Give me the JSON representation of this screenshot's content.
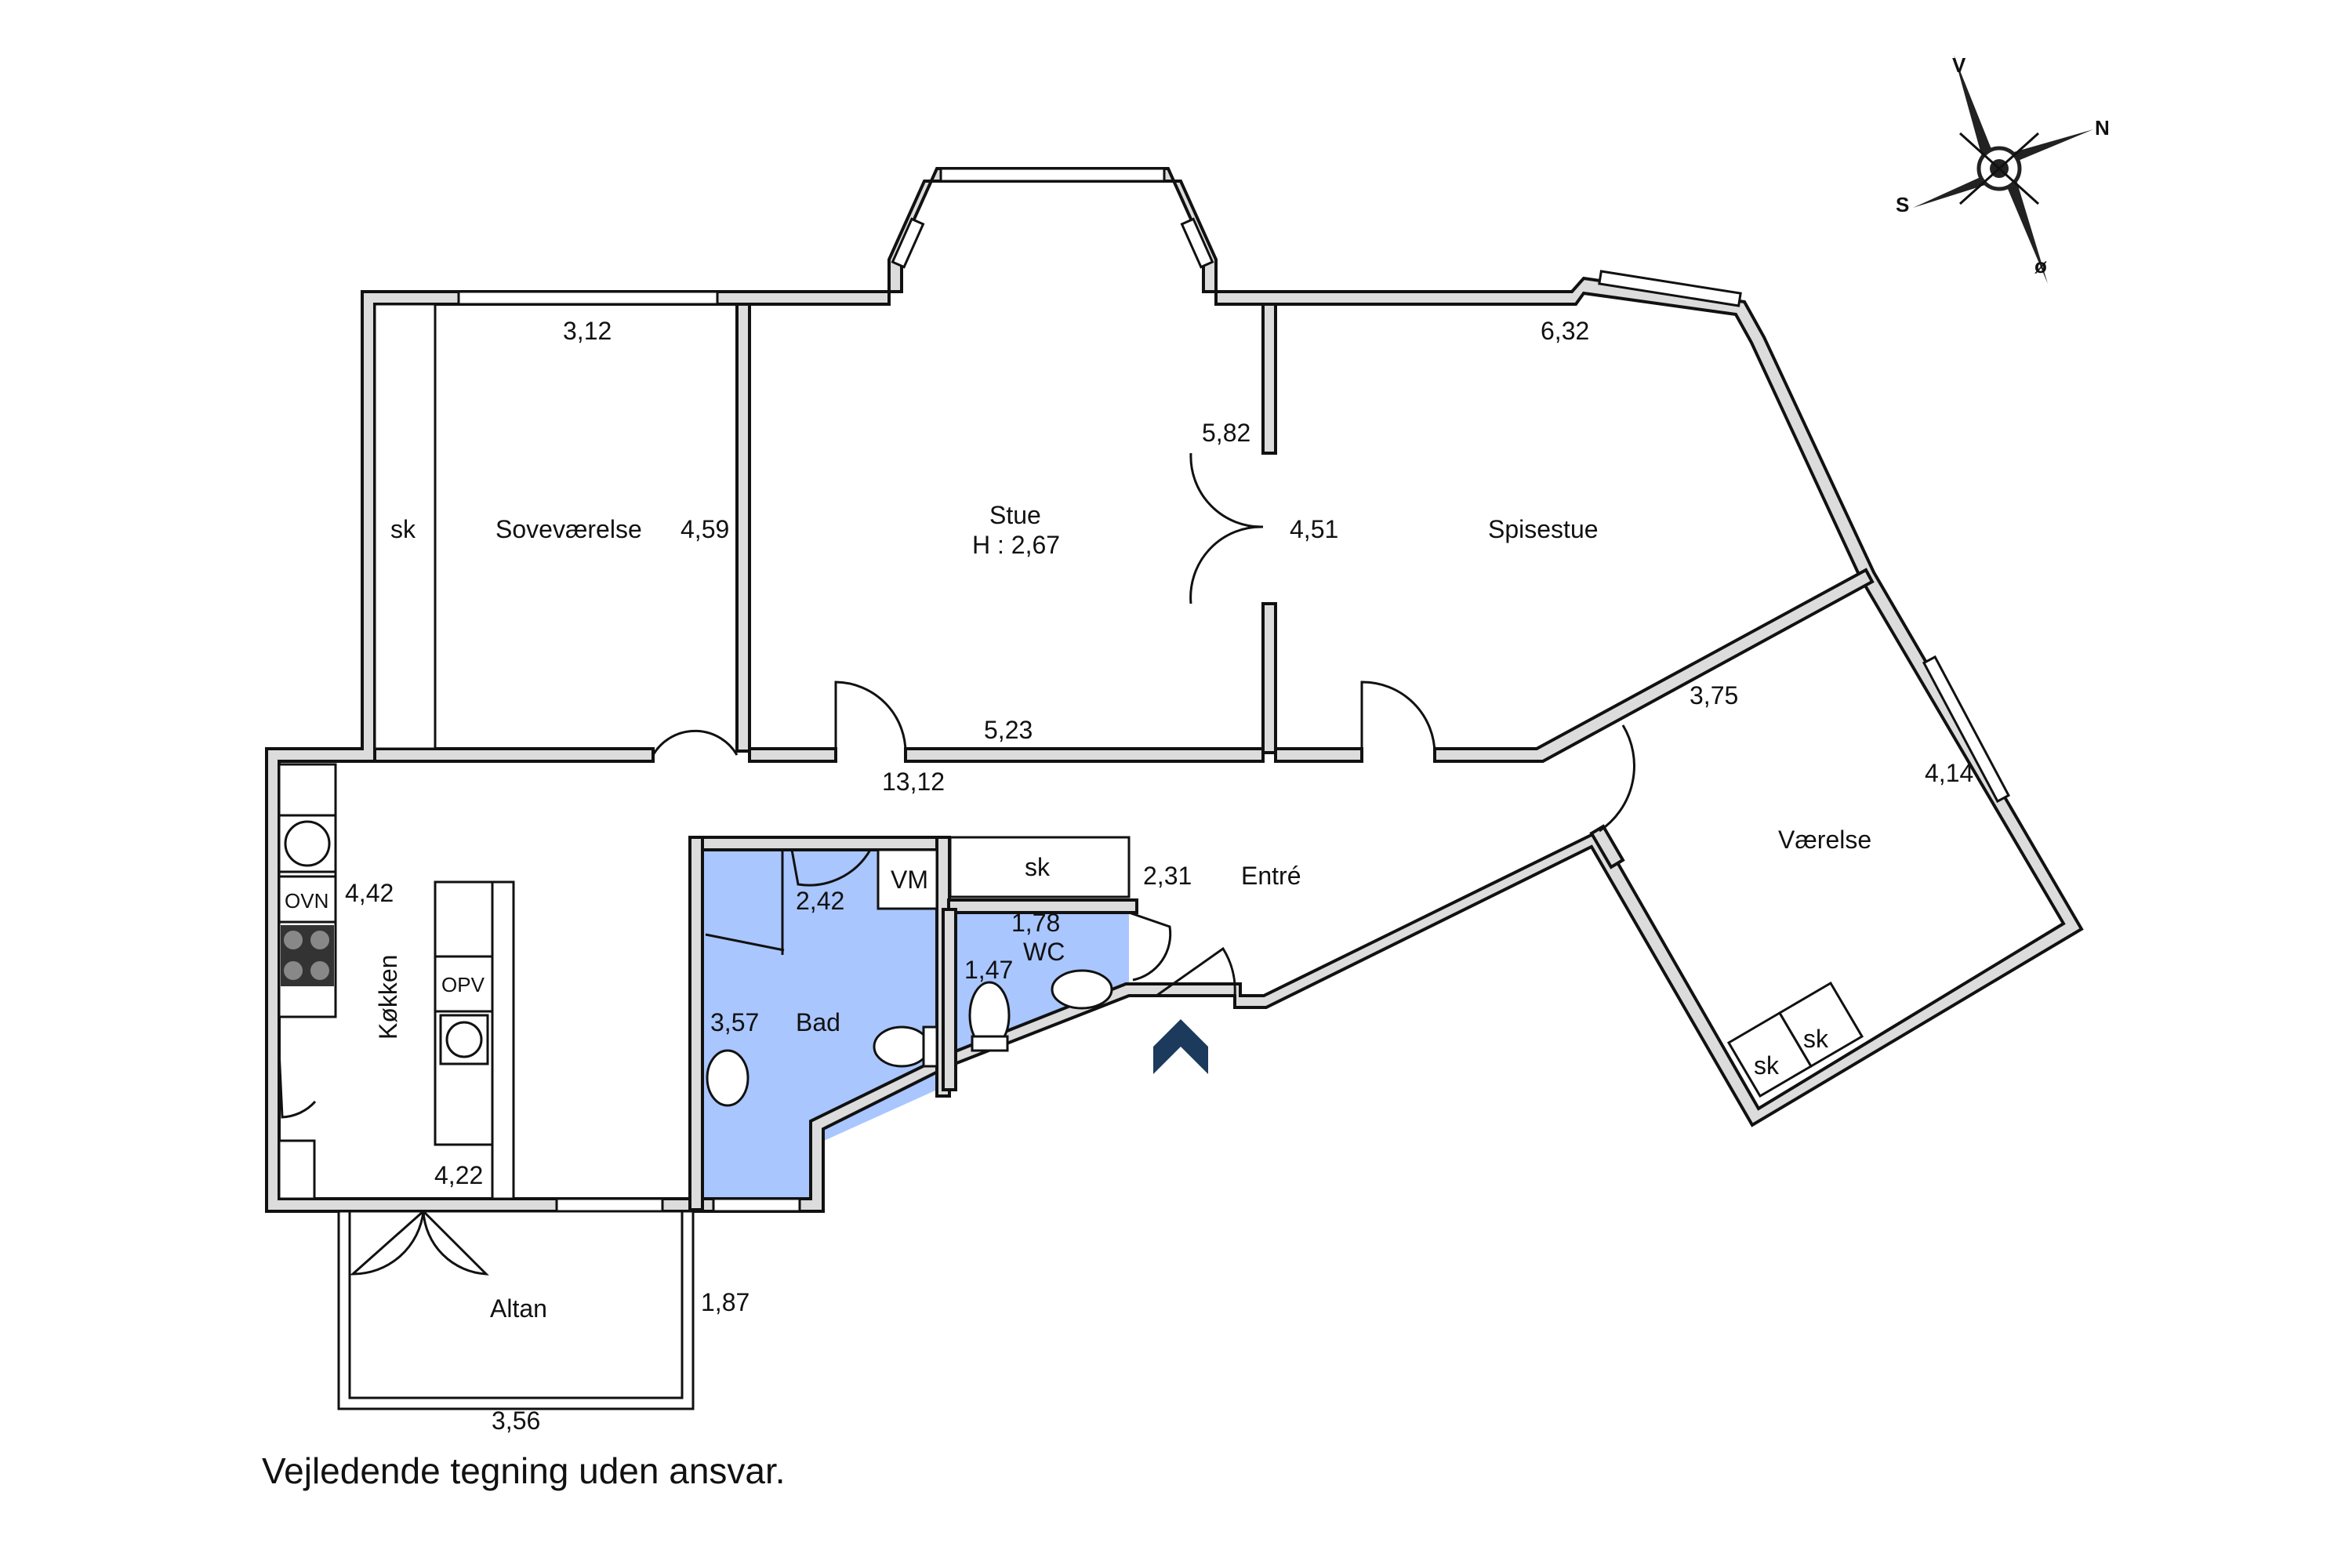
{
  "rooms": {
    "bedroom": "Soveværelse",
    "living": "Stue",
    "height": "H : 2,67",
    "dining": "Spisestue",
    "room": "Værelse",
    "kitchen": "Køkken",
    "bath": "Bad",
    "wc": "WC",
    "entrance": "Entré",
    "balcony": "Altan"
  },
  "fixtures": {
    "wardrobe": "sk",
    "oven": "OVN",
    "dishwasher": "OPV",
    "washing_machine": "VM"
  },
  "dimensions": {
    "bedroom_width": "3,12",
    "bedroom_depth": "4,59",
    "living_width_top": "5,82",
    "living_width_bottom": "5,23",
    "dining_width": "6,32",
    "dining_depth": "4,51",
    "hall_length": "13,12",
    "room_width": "3,75",
    "room_depth": "4,14",
    "kitchen_depth": "4,42",
    "kitchen_width": "4,22",
    "bath_width": "2,42",
    "bath_depth": "3,57",
    "wc_width": "1,78",
    "wc_depth": "1,47",
    "entrance_width": "2,31",
    "balcony_width": "3,56",
    "balcony_depth": "1,87"
  },
  "compass": {
    "north": "N",
    "south": "S",
    "west": "V",
    "east": "ø"
  },
  "colors": {
    "wet_room": "#a9c6ff",
    "entrance_arrow": "#1b3a5c",
    "wall": "#dcdcdc"
  },
  "caption": "Vejledende tegning uden ansvar."
}
